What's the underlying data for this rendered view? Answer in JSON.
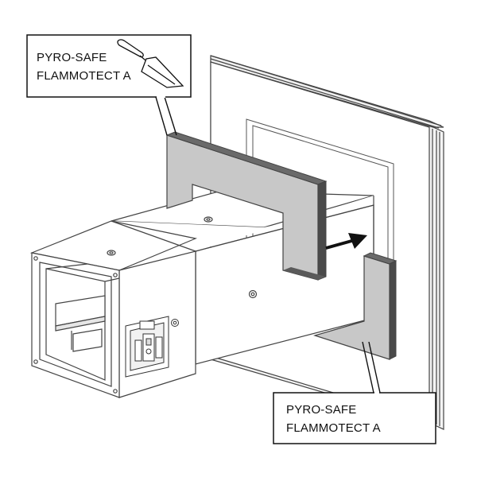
{
  "callouts": {
    "top": {
      "line1": "PYRO-SAFE",
      "line2": "FLAMMOTECT A"
    },
    "bottom": {
      "line1": "PYRO-SAFE",
      "line2": "FLAMMOTECT A"
    }
  },
  "icons": {
    "top_callout": "trowel-icon",
    "direction": "arrow-right-icon"
  },
  "colors": {
    "coating": "#c8c8c8",
    "coating_edge": "#555555",
    "line": "#444444",
    "background": "#ffffff"
  }
}
